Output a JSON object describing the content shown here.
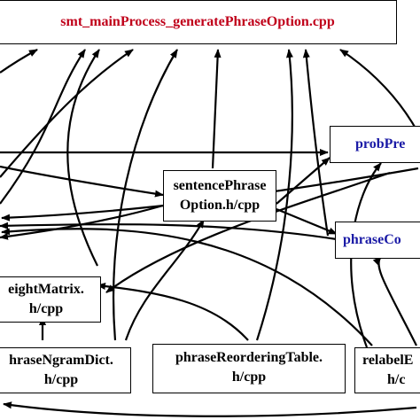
{
  "nodes": {
    "main": {
      "text": "smt_mainProcess_generatePhraseOption.cpp",
      "color": "#c0001a"
    },
    "sentencePhrase": {
      "line1": "sentencePhrase",
      "line2": "Option.h/cpp"
    },
    "probPre": {
      "text": "probPre",
      "color": "#1a1aa6"
    },
    "phraseCo": {
      "text": "phraseCo",
      "color": "#1a1aa6"
    },
    "weightMatrix": {
      "line1": "eightMatrix.",
      "line2": "h/cpp"
    },
    "phraseNgram": {
      "line1": "hraseNgramDict.",
      "line2": "h/cpp"
    },
    "phraseReordering": {
      "line1": "phraseReorderingTable.",
      "line2": "h/cpp"
    },
    "relabel": {
      "line1": "relabelE",
      "line2": "h/c"
    }
  }
}
